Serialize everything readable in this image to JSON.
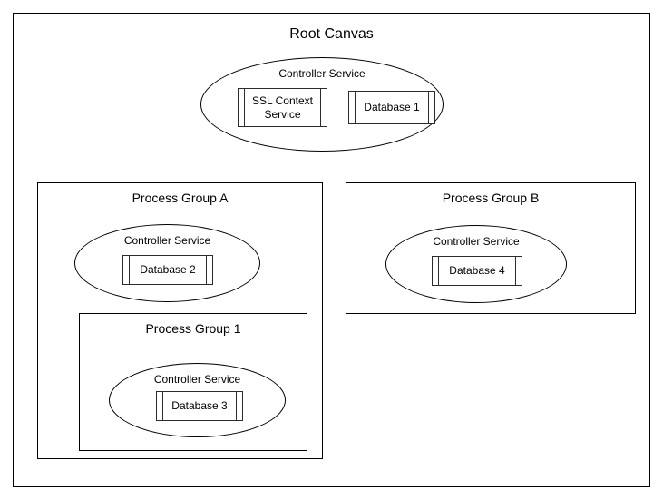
{
  "root": {
    "title": "Root Canvas",
    "controller_service": {
      "label": "Controller Service",
      "components": [
        {
          "label": "SSL Context Service"
        },
        {
          "label": "Database 1"
        }
      ]
    },
    "process_group_a": {
      "title": "Process Group A",
      "controller_service": {
        "label": "Controller Service",
        "components": [
          {
            "label": "Database 2"
          }
        ]
      },
      "process_group_1": {
        "title": "Process Group 1",
        "controller_service": {
          "label": "Controller Service",
          "components": [
            {
              "label": "Database 3"
            }
          ]
        }
      }
    },
    "process_group_b": {
      "title": "Process Group B",
      "controller_service": {
        "label": "Controller Service",
        "components": [
          {
            "label": "Database 4"
          }
        ]
      }
    },
    "colors": {
      "border": "#000000",
      "background": "#ffffff"
    }
  }
}
